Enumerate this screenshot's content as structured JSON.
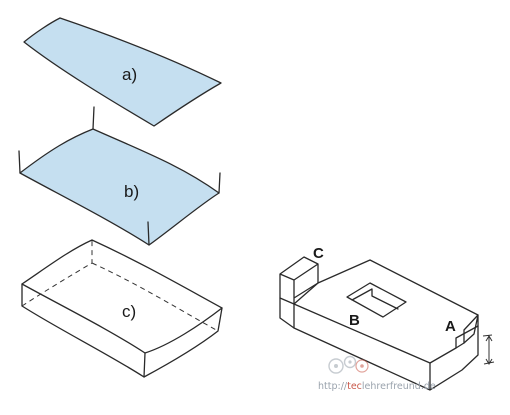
{
  "steps": {
    "a": "a)",
    "b": "b)",
    "c": "c)"
  },
  "points": {
    "A": "A",
    "B": "B",
    "C": "C"
  },
  "watermark": {
    "prefix": "http://",
    "accent": "tec",
    "rest": "lehrerfreund.de"
  },
  "colors": {
    "sheet_fill": "#c5dff0",
    "line": "#2a2a2a"
  }
}
